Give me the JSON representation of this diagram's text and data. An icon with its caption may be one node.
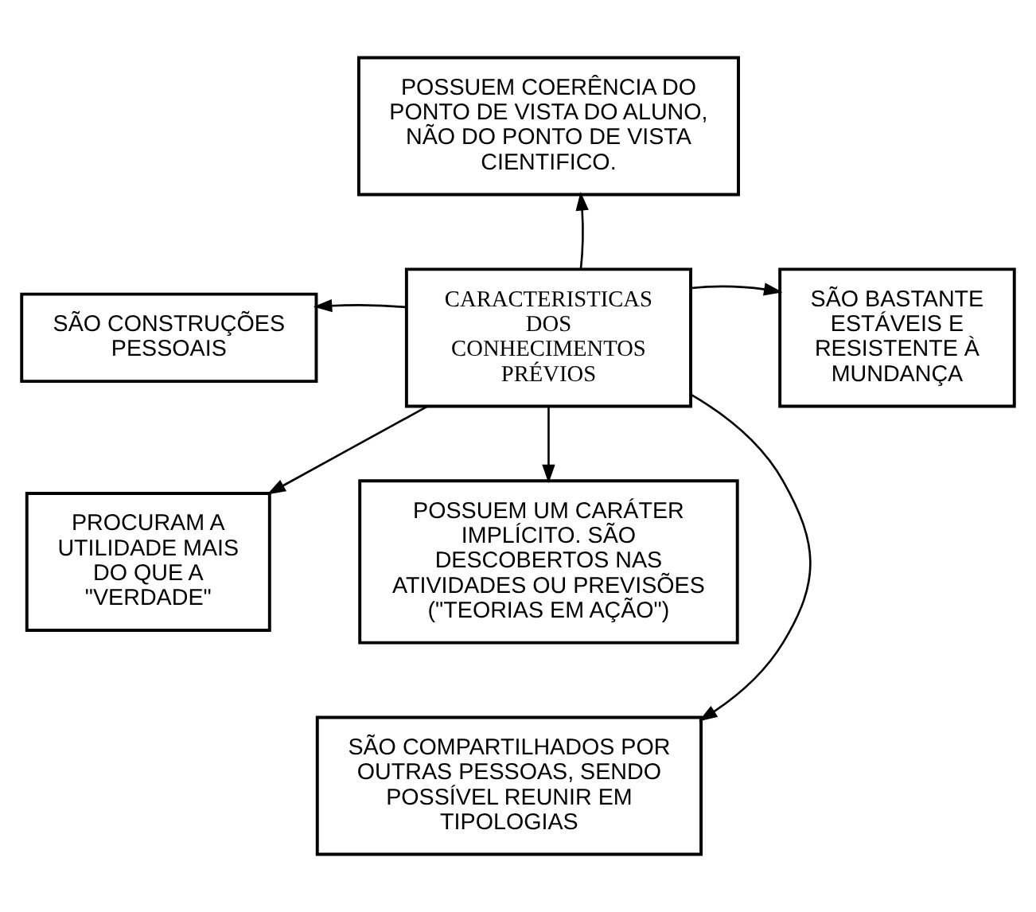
{
  "diagram": {
    "nodes": [
      {
        "text": [
          "CARACTERISTICAS DOS CONHECIMENTOS PRÉVIOS"
        ]
      },
      {
        "text": [
          "POSSUEM COERÊNCIA DO PONTO DE VISTA DO ALUNO, NÃO DO PONTO DE VISTA CIENTIFICO."
        ]
      },
      {
        "text": [
          "SÃO CONSTRUÇÕES PESSOAIS"
        ]
      },
      {
        "text": [
          "SÃO BASTANTE ESTÁVEIS E RESISTENTE À MUNDANÇA"
        ]
      },
      {
        "text": [
          "PROCURAM A UTILIDADE MAIS DO QUE A \"VERDADE\""
        ]
      },
      {
        "text": [
          "POSSUEM UM CARÁTER IMPLÍCITO. SÃO DESCOBERTOS NAS ATIVIDADES OU PREVISÕES (\"TEORIAS EM AÇÃO\")"
        ]
      },
      {
        "text": [
          "SÃO COMPARTILHADOS POR OUTRAS PESSOAS, SENDO POSSÍVEL REUNIR EM TIPOLOGIAS"
        ]
      }
    ],
    "edges": [
      {
        "from": 0,
        "to": 1,
        "arrow": "to"
      },
      {
        "from": 0,
        "to": 2,
        "arrow": "to"
      },
      {
        "from": 0,
        "to": 3,
        "arrow": "to"
      },
      {
        "from": 0,
        "to": 4,
        "arrow": "to"
      },
      {
        "from": 0,
        "to": 6,
        "arrow": "to"
      },
      {
        "from": 0,
        "to": 5,
        "arrow": "to"
      }
    ]
  }
}
